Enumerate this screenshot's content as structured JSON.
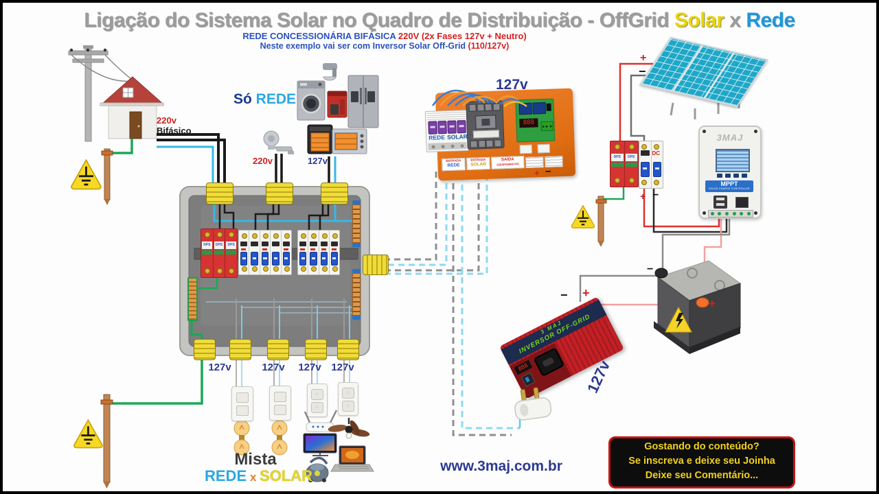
{
  "colors": {
    "title_gray": "#9c9c9c",
    "title_yellow": "#e9d400",
    "title_blue": "#2196d6",
    "subtitle_blue": "#2a52be",
    "subtitle_red": "#d42020",
    "navy_label": "#2b3990",
    "red_label": "#cc2222",
    "rede_cyan": "#2aa8e0",
    "solar_yellow": "#e6d51e",
    "orange_panel": "#e8731a",
    "board_gray": "#7d7d7d",
    "inverter_red": "#c1272d",
    "wire_cyan": "#35b8e8",
    "wire_green": "#18a858",
    "wire_black": "#1a1a1a",
    "wire_red": "#e03030",
    "banner_bg": "#0d0d0d",
    "banner_border": "#c41414",
    "banner_text": "#f0d020"
  },
  "header": {
    "title_main": "Ligação do Sistema Solar no Quadro de Distribuição - OffGrid ",
    "title_solar": "Solar",
    "title_x": " x ",
    "title_rede": "Rede",
    "subtitle1_blue": "REDE CONCESSIONÁRIA BIFÁSICA ",
    "subtitle1_red": "220V (2x Fases 127v + Neutro)",
    "subtitle2_blue": "Neste exemplo vai ser com Inversor Solar Off-Grid ",
    "subtitle2_red": "(110/127v)"
  },
  "grid_side": {
    "supply_voltage": "220v",
    "supply_phase": "Bifásico",
    "so": "Só ",
    "rede": "REDE",
    "shower_voltage": "220v",
    "appliance_voltage": "127v"
  },
  "board": {
    "dps_label": "DPS"
  },
  "transfer_panel": {
    "voltage": "127v",
    "breaker_rede": "REDE",
    "breaker_solar": "SOLAR",
    "label_entrada1": "ENTRADA",
    "label_rede": "REDE",
    "label_entrada2": "ENTRADA",
    "label_solar": "SOLAR",
    "label_saida": "SAÍDA",
    "label_equip": "EQUIPAMENTOS",
    "plus": "+",
    "minus": "−"
  },
  "circuits": {
    "labels": [
      "127v",
      "127v",
      "127v",
      "127v"
    ],
    "mista": "Mista",
    "rede": "REDE",
    "x": " x ",
    "solar": "SOLAR"
  },
  "solar_side": {
    "pv_plus": "+",
    "pv_minus": "−",
    "dps_label": "DPS",
    "dc_label": "DC",
    "breaker_plus": "+",
    "breaker_minus": "−",
    "mppt_brand": "3MAJ",
    "mppt_label": "MPPT",
    "mppt_sub": "SOLAR CHARGE CONTROLLER",
    "battery_plus": "+",
    "battery_minus": "−",
    "inverter_brand": "3 MAJ",
    "inverter_label": "INVERSOR OFF-GRID",
    "inverter_voltage": "127v",
    "inv_minus": "−",
    "inv_plus": "+"
  },
  "footer": {
    "website": "www.3maj.com.br",
    "banner_line1": "Gostando do conteúdo?",
    "banner_line2": "Se inscreva e deixe seu Joinha",
    "banner_line3": "Deixe seu Comentário..."
  }
}
